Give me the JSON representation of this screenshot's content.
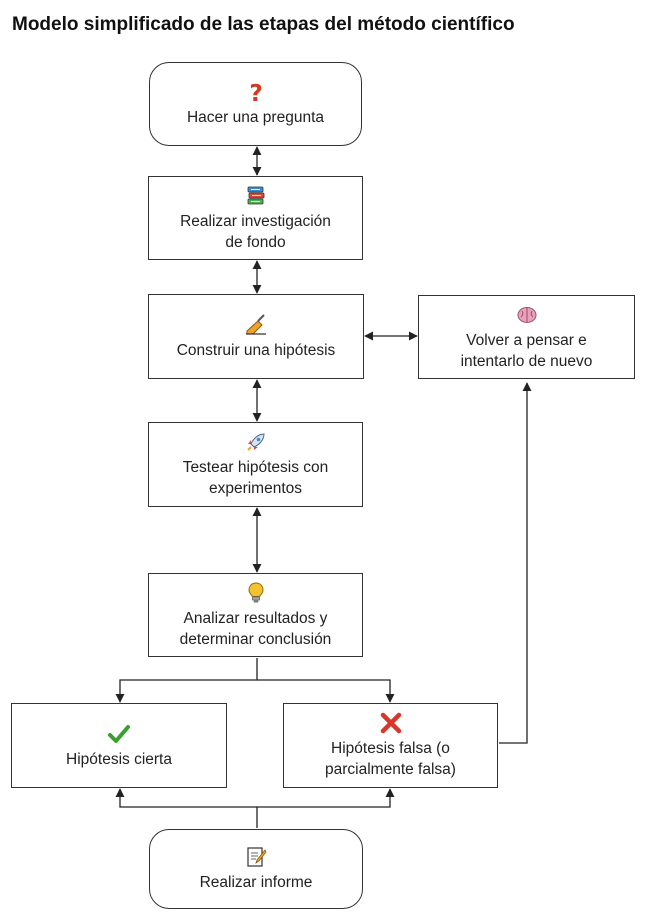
{
  "title": "Modelo simplificado de las etapas del método científico",
  "nodes": {
    "question": {
      "label": "Hacer una pregunta",
      "icon": "question-mark-icon",
      "shape": "rounded"
    },
    "research": {
      "label": "Realizar investigación\nde fondo",
      "icon": "books-icon",
      "shape": "rectangle"
    },
    "hypothesis": {
      "label": "Construir una hipótesis",
      "icon": "writing-hand-icon",
      "shape": "rectangle"
    },
    "rethink": {
      "label": "Volver a pensar e\nintentarlo de nuevo",
      "icon": "brain-icon",
      "shape": "rectangle"
    },
    "test": {
      "label": "Testear hipótesis con\nexperimentos",
      "icon": "rocket-icon",
      "shape": "rectangle"
    },
    "analyze": {
      "label": "Analizar resultados y\ndeterminar conclusión",
      "icon": "light-bulb-icon",
      "shape": "rectangle"
    },
    "true": {
      "label": "Hipótesis cierta",
      "icon": "check-mark-icon",
      "shape": "rectangle"
    },
    "false": {
      "label": "Hipótesis falsa (o\nparcialmente falsa)",
      "icon": "cross-mark-icon",
      "shape": "rectangle"
    },
    "report": {
      "label": "Realizar informe",
      "icon": "memo-icon",
      "shape": "rounded"
    }
  },
  "edges": [
    {
      "from": "question",
      "to": "research",
      "direction": "both"
    },
    {
      "from": "research",
      "to": "hypothesis",
      "direction": "both"
    },
    {
      "from": "hypothesis",
      "to": "rethink",
      "direction": "both"
    },
    {
      "from": "hypothesis",
      "to": "test",
      "direction": "both"
    },
    {
      "from": "test",
      "to": "analyze",
      "direction": "both"
    },
    {
      "from": "analyze",
      "to": "true",
      "direction": "forward"
    },
    {
      "from": "analyze",
      "to": "false",
      "direction": "forward"
    },
    {
      "from": "false",
      "to": "rethink",
      "direction": "forward"
    },
    {
      "from": "report",
      "to": "true",
      "direction": "forward"
    },
    {
      "from": "report",
      "to": "false",
      "direction": "forward"
    }
  ],
  "colors": {
    "question_mark": "#d43a1f",
    "check_mark": "#3aa02e",
    "cross_mark": "#d6382a",
    "brain": "#e8a3b8",
    "light_bulb": "#f2c230",
    "pencil": "#f0a22a"
  }
}
